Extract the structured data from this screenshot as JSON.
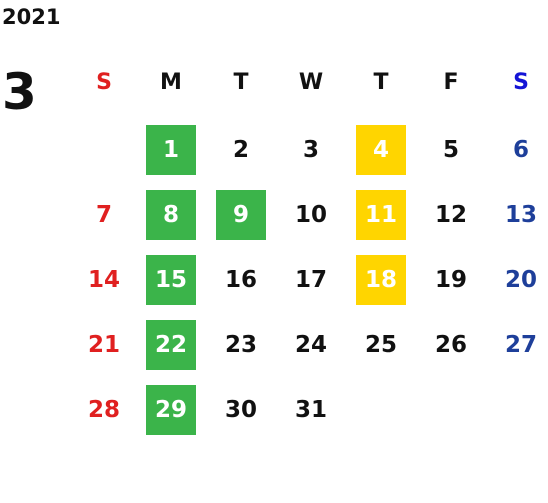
{
  "calendar": {
    "year": "2021",
    "month": "3",
    "weekdays": [
      {
        "label": "S",
        "color": "#e02020"
      },
      {
        "label": "M",
        "color": "#111111"
      },
      {
        "label": "T",
        "color": "#111111"
      },
      {
        "label": "W",
        "color": "#111111"
      },
      {
        "label": "T",
        "color": "#111111"
      },
      {
        "label": "F",
        "color": "#111111"
      },
      {
        "label": "S",
        "color": "#1414d6"
      }
    ],
    "colors": {
      "sunday": "#e02020",
      "saturday": "#1e3f9a",
      "weekday": "#111111",
      "green_highlight": "#3bb44a",
      "yellow_highlight": "#ffd500"
    },
    "weeks": [
      [
        null,
        {
          "day": "1",
          "highlight": "green"
        },
        {
          "day": "2"
        },
        {
          "day": "3"
        },
        {
          "day": "4",
          "highlight": "yellow"
        },
        {
          "day": "5"
        },
        {
          "day": "6"
        }
      ],
      [
        {
          "day": "7"
        },
        {
          "day": "8",
          "highlight": "green"
        },
        {
          "day": "9",
          "highlight": "green"
        },
        {
          "day": "10"
        },
        {
          "day": "11",
          "highlight": "yellow"
        },
        {
          "day": "12"
        },
        {
          "day": "13"
        }
      ],
      [
        {
          "day": "14"
        },
        {
          "day": "15",
          "highlight": "green"
        },
        {
          "day": "16"
        },
        {
          "day": "17"
        },
        {
          "day": "18",
          "highlight": "yellow"
        },
        {
          "day": "19"
        },
        {
          "day": "20"
        }
      ],
      [
        {
          "day": "21"
        },
        {
          "day": "22",
          "highlight": "green"
        },
        {
          "day": "23"
        },
        {
          "day": "24"
        },
        {
          "day": "25"
        },
        {
          "day": "26"
        },
        {
          "day": "27"
        }
      ],
      [
        {
          "day": "28"
        },
        {
          "day": "29",
          "highlight": "green"
        },
        {
          "day": "30"
        },
        {
          "day": "31"
        },
        null,
        null,
        null
      ]
    ]
  }
}
